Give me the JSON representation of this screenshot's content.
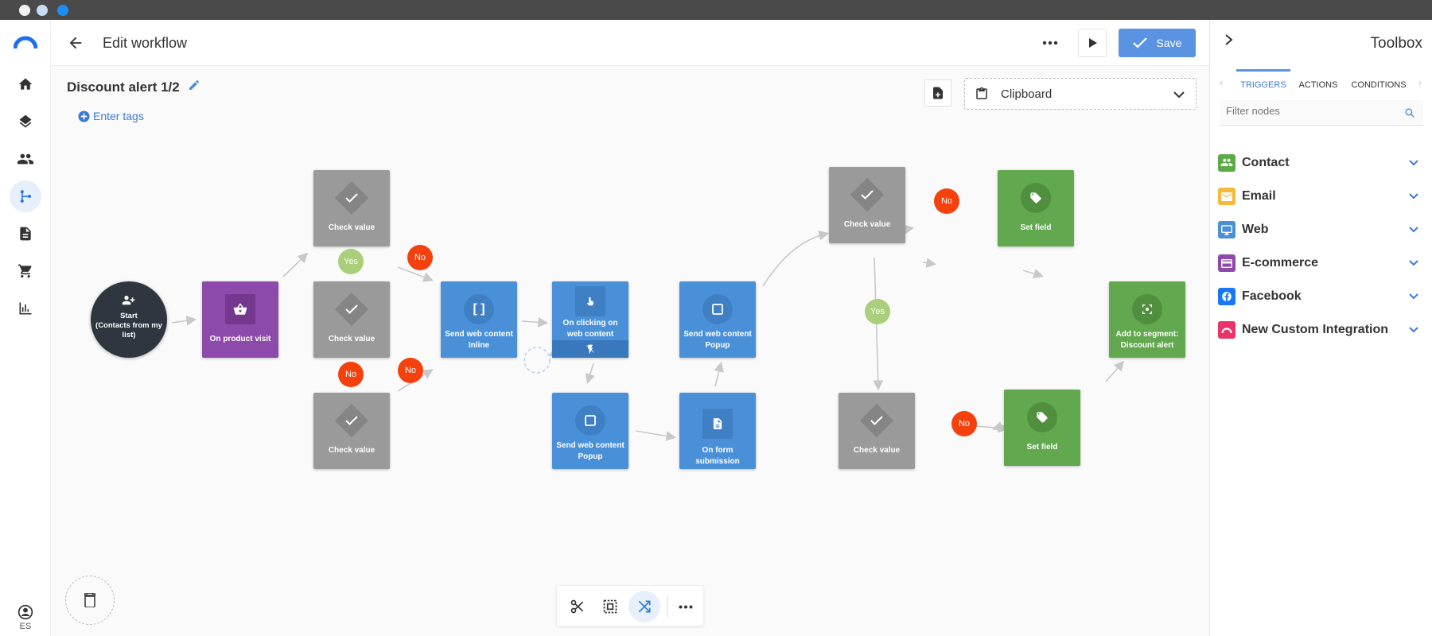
{
  "header": {
    "title": "Edit workflow",
    "save_label": "Save"
  },
  "workflow": {
    "name": "Discount alert 1/2",
    "enter_tags": "Enter tags",
    "clipboard_label": "Clipboard"
  },
  "nodes": {
    "start": "Start\n(Contacts from my list)",
    "product_visit": "On product visit",
    "check_value": "Check value",
    "send_inline": "Send web content Inline",
    "clicking": "On clicking on web content",
    "send_popup": "Send web content Popup",
    "form_submission": "On form submission",
    "set_field": "Set field",
    "add_segment": "Add to segment: Discount alert"
  },
  "badges": {
    "yes": "Yes",
    "no": "No"
  },
  "toolbox": {
    "title": "Toolbox",
    "tabs": [
      "TRIGGERS",
      "ACTIONS",
      "CONDITIONS"
    ],
    "filter_placeholder": "Filter nodes",
    "categories": [
      {
        "name": "Contact",
        "color": "#5cab48"
      },
      {
        "name": "Email",
        "color": "#f3b93b"
      },
      {
        "name": "Web",
        "color": "#4a90d9"
      },
      {
        "name": "E-commerce",
        "color": "#8c4bab"
      },
      {
        "name": "Facebook",
        "color": "#1877f2"
      },
      {
        "name": "New Custom Integration",
        "color": "#e8336b"
      }
    ]
  },
  "user": {
    "locale": "ES"
  },
  "colors": {
    "accent": "#4a90d9",
    "save_button": "#5b93e3",
    "no_badge": "#f4410d",
    "yes_badge": "#a9cf7a"
  }
}
